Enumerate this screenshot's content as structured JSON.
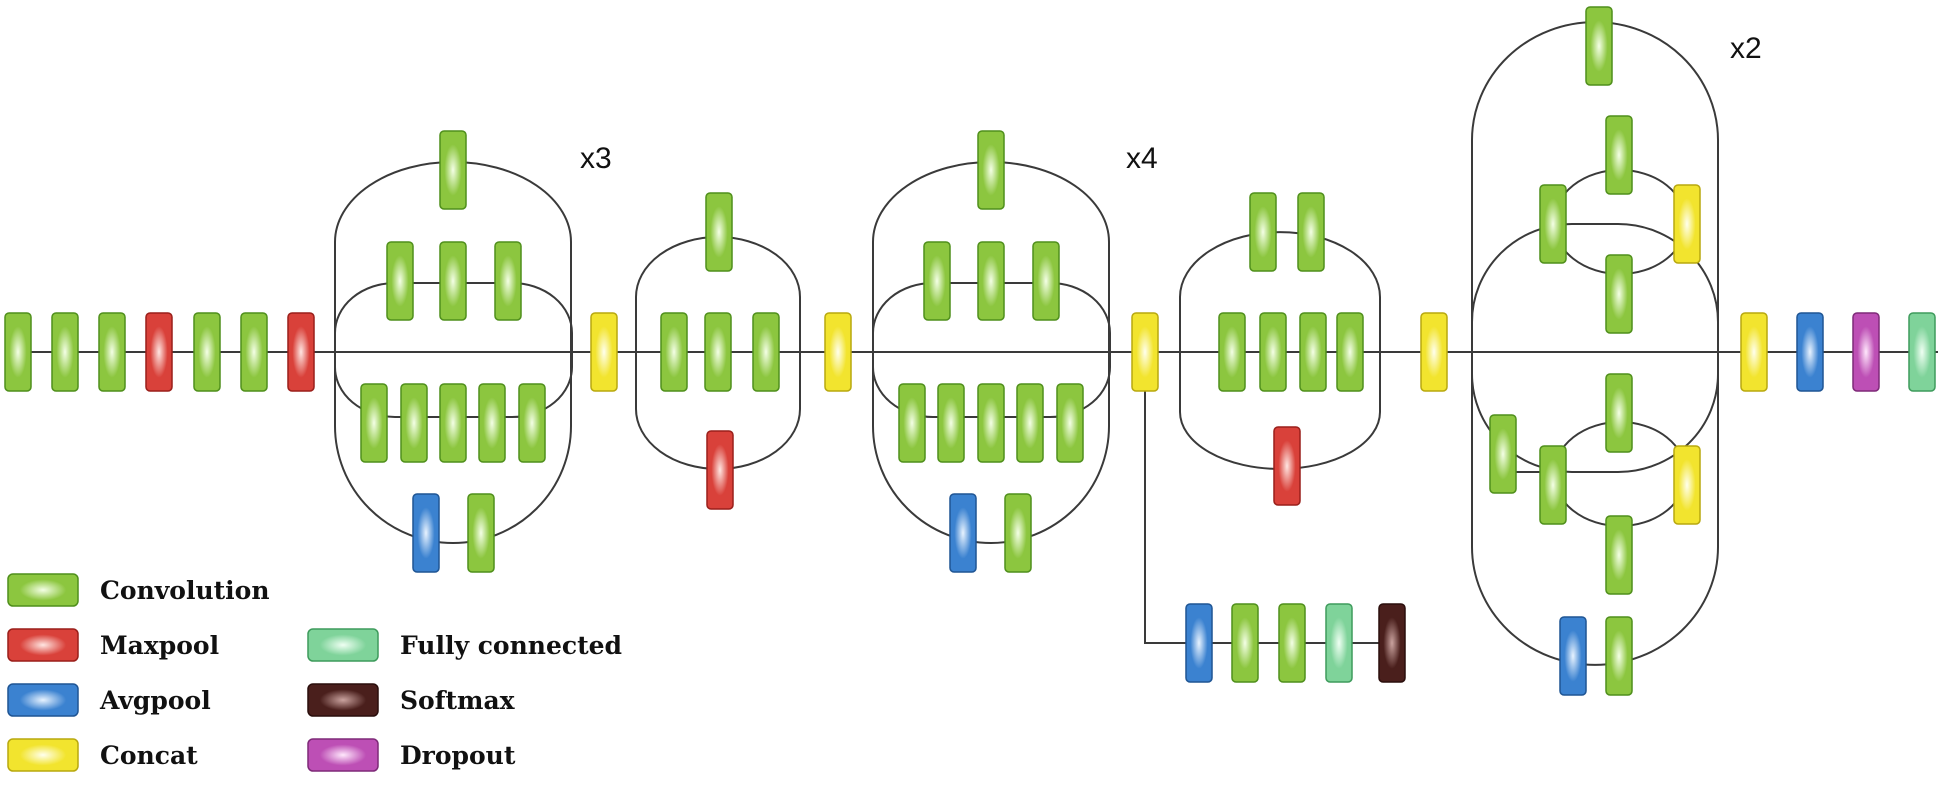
{
  "repeat_labels": {
    "stage_a": "x3",
    "stage_b": "x4",
    "stage_c": "x2"
  },
  "block_types": {
    "conv": {
      "label": "Convolution",
      "base": "#8cc63f",
      "edge": "#4f8f1b",
      "hi": "#f4ffe6"
    },
    "maxpool": {
      "label": "Maxpool",
      "base": "#d9413a",
      "edge": "#9a1f1a",
      "hi": "#ffe6e2"
    },
    "avgpool": {
      "label": "Avgpool",
      "base": "#3b82d0",
      "edge": "#1f5594",
      "hi": "#e8f3ff"
    },
    "concat": {
      "label": "Concat",
      "base": "#f2e42e",
      "edge": "#b8a80f",
      "hi": "#ffffee"
    },
    "fc": {
      "label": "Fully connected",
      "base": "#7fd39a",
      "edge": "#3e9b5c",
      "hi": "#effff3"
    },
    "softmax": {
      "label": "Softmax",
      "base": "#4a1f1c",
      "edge": "#2a0e0c",
      "hi": "#caa39f"
    },
    "dropout": {
      "label": "Dropout",
      "base": "#bd4fb5",
      "edge": "#7e2a78",
      "hi": "#ffe8fc"
    }
  },
  "legend_order": [
    "conv",
    "maxpool",
    "avgpool",
    "concat",
    "fc",
    "softmax",
    "dropout"
  ]
}
